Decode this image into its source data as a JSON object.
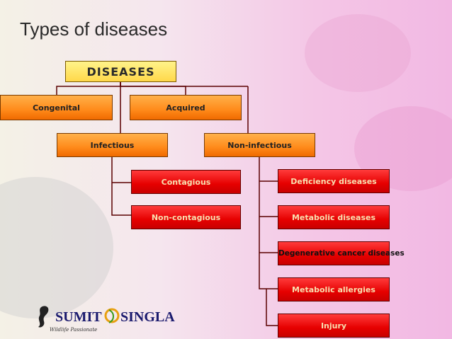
{
  "title": "Types of diseases",
  "root": "DISEASES",
  "level1": [
    "Congenital",
    "Acquired"
  ],
  "level2": [
    "Infectious",
    "Non-infectious"
  ],
  "infectious_children": [
    "Contagious",
    "Non-contagious"
  ],
  "noninfectious_children": [
    "Deficiency diseases",
    "Metabolic diseases",
    "Degenerative cancer diseases",
    "Metabolic allergies",
    "Injury"
  ],
  "logo": {
    "name_part1": "SUMIT",
    "name_part2": "SINGLA",
    "tagline": "Wildlife Passionate"
  },
  "colors": {
    "root": "#ffd84a",
    "level": "#ff8a1a",
    "leaf": "#e60000",
    "line": "#5a0000"
  }
}
